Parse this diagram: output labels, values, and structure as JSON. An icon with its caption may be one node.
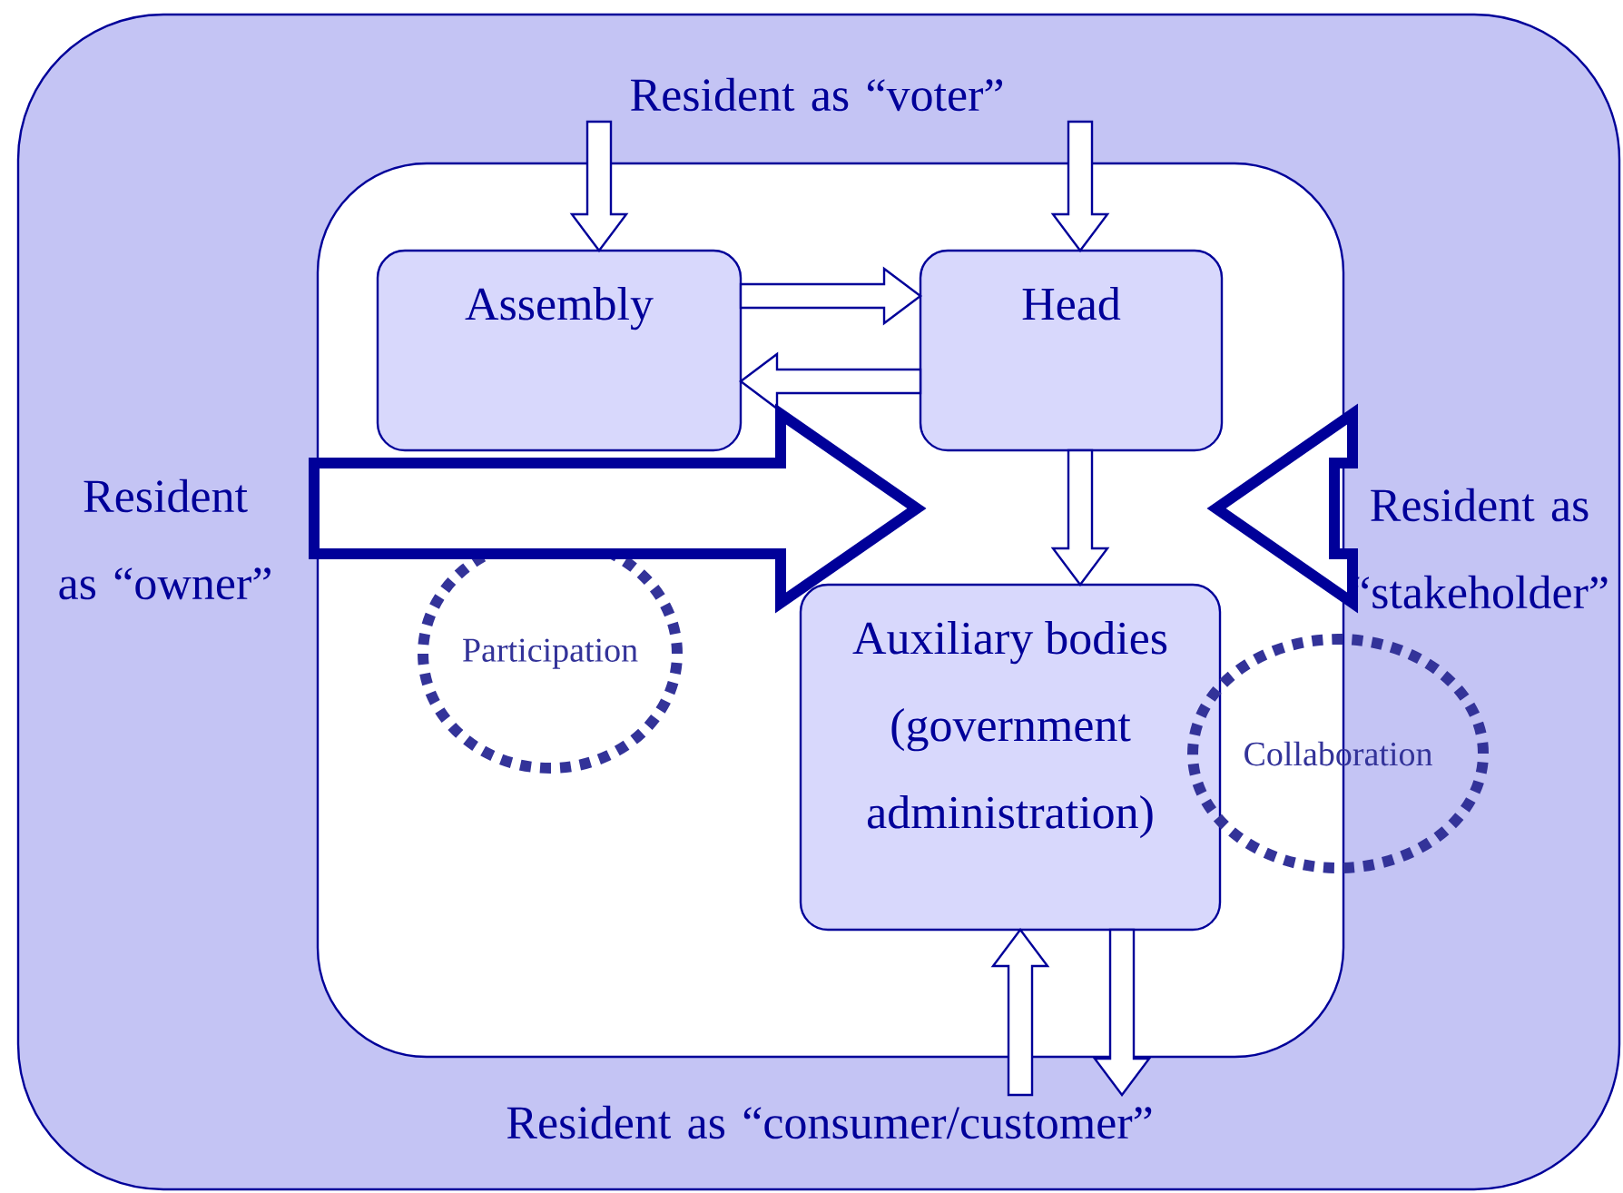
{
  "diagram": {
    "nodes": [
      {
        "text": [],
        "shape": "box"
      },
      {
        "text": [],
        "shape": "box",
        "in": 0
      },
      {
        "text": [
          "Resident as “voter”"
        ],
        "in": 0
      },
      {
        "text": [
          "Assembly"
        ],
        "in": 1
      },
      {
        "text": [
          "Head"
        ],
        "in": 1
      },
      {
        "text": [
          "Resident as “owner”"
        ],
        "in": 0
      },
      {
        "text": [
          "Resident as “stakeholder”"
        ],
        "in": 0
      },
      {
        "text": [
          "Participation"
        ],
        "in": 1
      },
      {
        "text": [
          "Auxiliary bodies (government administration)"
        ],
        "in": 1
      },
      {
        "text": [
          "Collaboration"
        ],
        "in": 0
      },
      {
        "text": [
          "Resident as “consumer/customer”"
        ],
        "in": 0
      }
    ],
    "edges": [
      {
        "from": 2,
        "to": 3,
        "arrow": "to"
      },
      {
        "from": 2,
        "to": 4,
        "arrow": "to"
      },
      {
        "from": 3,
        "to": 4,
        "arrow": "to"
      },
      {
        "from": 4,
        "to": 3,
        "arrow": "to"
      },
      {
        "from": 5,
        "to": null,
        "arrow": "to",
        "style": "thick"
      },
      {
        "from": 6,
        "to": null,
        "arrow": "to",
        "style": "thick"
      },
      {
        "from": 4,
        "to": 8,
        "arrow": "to"
      },
      {
        "from": 10,
        "to": 8,
        "arrow": "to"
      },
      {
        "from": 8,
        "to": 10,
        "arrow": "to"
      }
    ]
  }
}
